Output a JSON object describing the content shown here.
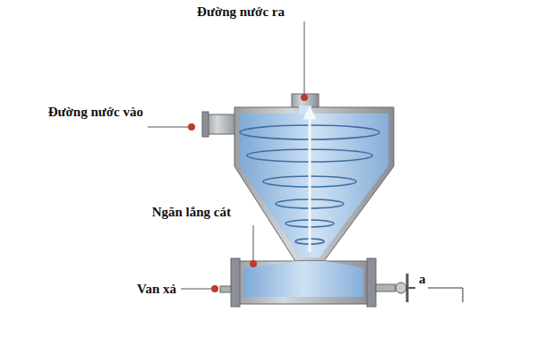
{
  "diagram": {
    "labels": [
      "Đường nước ra",
      "Đường nước vào",
      "Ngăn lắng cát",
      "Van xả",
      "a"
    ]
  }
}
